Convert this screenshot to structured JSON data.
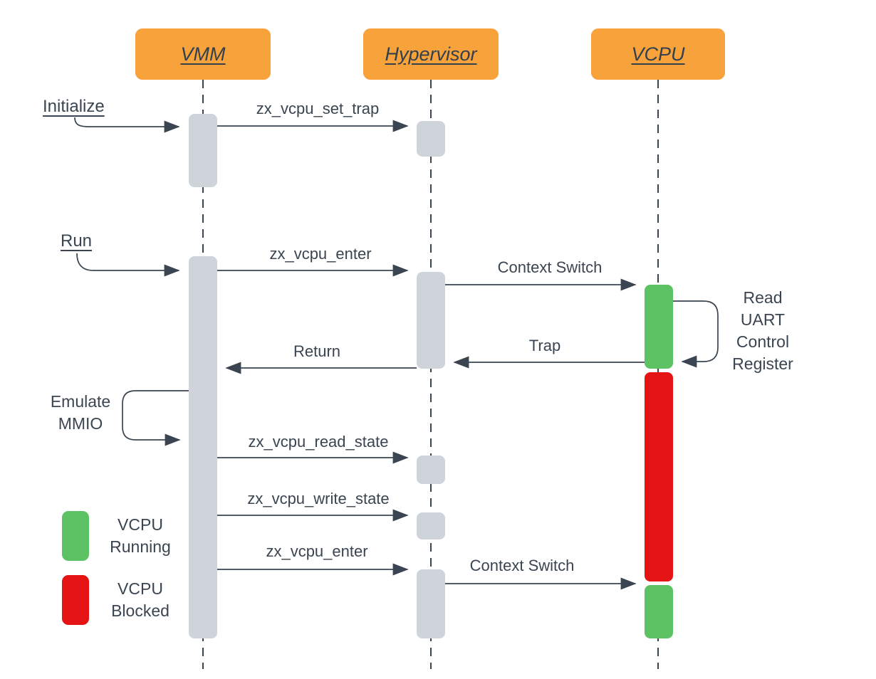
{
  "diagram_type": "sequence-diagram",
  "actors": [
    {
      "id": "vmm",
      "label": "VMM"
    },
    {
      "id": "hypervisor",
      "label": "Hypervisor"
    },
    {
      "id": "vcpu",
      "label": "VCPU"
    }
  ],
  "annotations": {
    "initialize": "Initialize",
    "run": "Run"
  },
  "messages": {
    "set_trap": "zx_vcpu_set_trap",
    "enter_1": "zx_vcpu_enter",
    "context_switch_1": "Context Switch",
    "trap": "Trap",
    "return_msg": "Return",
    "read_state": "zx_vcpu_read_state",
    "write_state": "zx_vcpu_write_state",
    "enter_2": "zx_vcpu_enter",
    "context_switch_2": "Context Switch"
  },
  "self_messages": {
    "read_uart": {
      "line1": "Read",
      "line2": "UART",
      "line3": "Control",
      "line4": "Register"
    },
    "emulate_mmio": {
      "line1": "Emulate",
      "line2": "MMIO"
    }
  },
  "legend": {
    "running": {
      "color": "#5dc264",
      "line1": "VCPU",
      "line2": "Running"
    },
    "blocked": {
      "color": "#e51414",
      "line1": "VCPU",
      "line2": "Blocked"
    }
  },
  "colors": {
    "actor_fill": "#f7a23b",
    "activation_fill": "#ced4da",
    "vcpu_running": "#5dc264",
    "vcpu_blocked": "#e51414",
    "line_and_text": "#3a4551"
  }
}
